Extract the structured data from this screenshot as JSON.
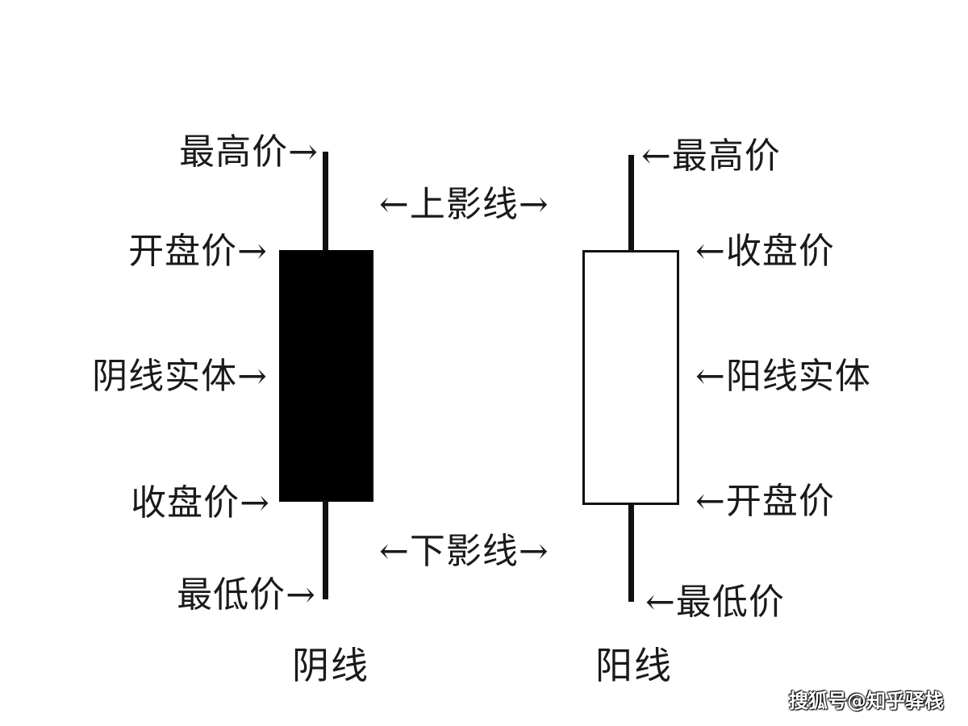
{
  "left_candle": {
    "title": "阴线",
    "labels": {
      "high": "最高价→",
      "open": "开盘价→",
      "body": "阴线实体→",
      "close": "收盘价→",
      "low": "最低价→"
    }
  },
  "right_candle": {
    "title": "阳线",
    "labels": {
      "high": "←最高价",
      "close": "←收盘价",
      "body": "←阳线实体",
      "open": "←开盘价",
      "low": "←最低价"
    }
  },
  "middle": {
    "upper_shadow": "←上影线→",
    "lower_shadow": "←下影线→"
  },
  "watermark": "搜狐号@知乎驿栈",
  "colors": {
    "bearish_body": "#000000",
    "bullish_body": "#ffffff",
    "line": "#111111",
    "text": "#1a1a1a"
  }
}
